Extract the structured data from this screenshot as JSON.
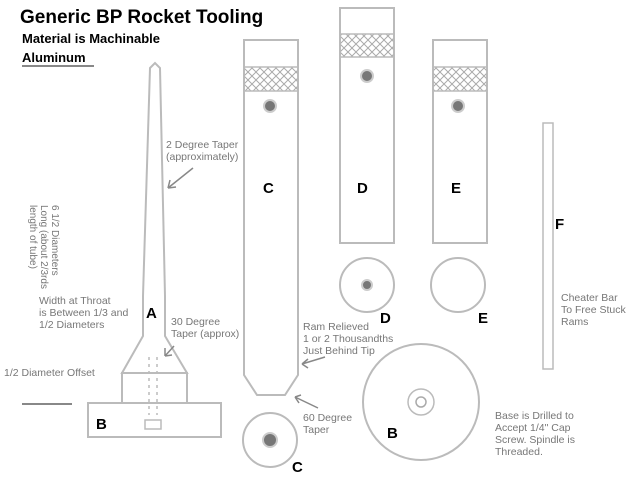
{
  "title": "Generic BP Rocket Tooling",
  "subtitle_line1": "Material is Machinable",
  "subtitle_line2": "Aluminum",
  "labels": {
    "A": "A",
    "B": "B",
    "C": "C",
    "D": "D",
    "E": "E",
    "F": "F",
    "B2": "B",
    "C2": "C",
    "D2": "D",
    "E2": "E"
  },
  "notes": {
    "taper2": "2 Degree Taper\n(approximately)",
    "diameters": "6 1/2 Diameters\nLong (about 2/3rds\nlength of tube)",
    "throat": "Width at Throat\nis Between 1/3 and\n1/2 Diameters",
    "taper30": "30 Degree\nTaper (approx)",
    "offset": "1/2 Diameter Offset",
    "ram": "Ram Relieved\n1 or 2 Thousandths\nJust Behind Tip",
    "taper60": "60 Degree\nTaper",
    "base": "Base is Drilled to\nAccept 1/4\" Cap\nScrew. Spindle is\nThreaded.",
    "cheater": "Cheater Bar\nTo Free Stuck\nRams"
  },
  "colors": {
    "outline": "#bbbbbb",
    "text": "#000000",
    "note": "#777777",
    "hole": "#777777"
  }
}
